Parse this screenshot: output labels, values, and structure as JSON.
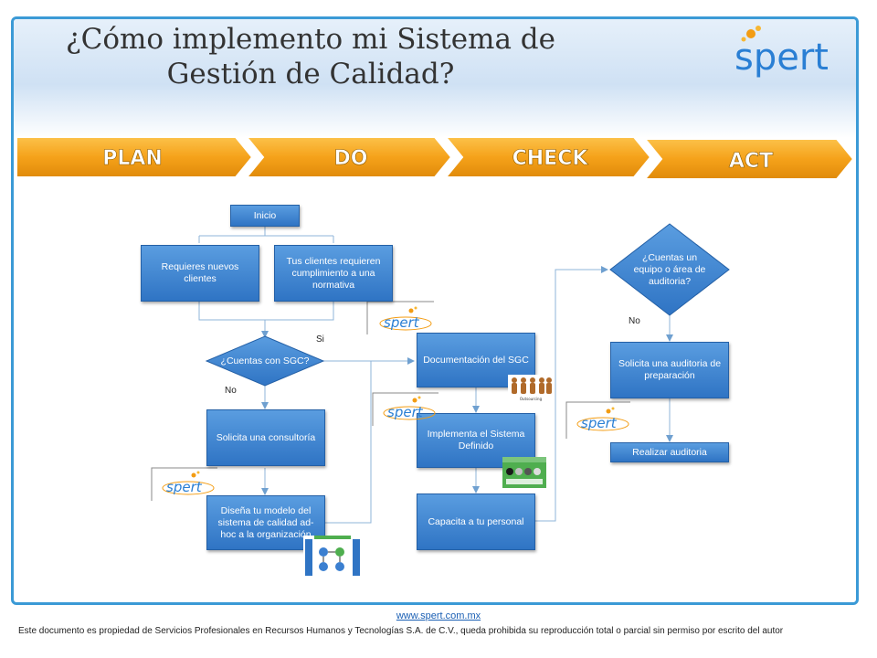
{
  "header": {
    "title_line1": "¿Cómo implemento mi Sistema de",
    "title_line2": "Gestión de Calidad?",
    "logo_text": "spert"
  },
  "pdca": {
    "plan": "PLAN",
    "do": "DO",
    "check": "CHECK",
    "act": "ACT"
  },
  "flow": {
    "inicio": "Inicio",
    "nuevos_clientes": "Requieres nuevos clientes",
    "clientes_normativa": "Tus clientes requieren cumplimiento a una normativa",
    "cuentas_sgc": "¿Cuentas con SGC?",
    "si_label": "Si",
    "no_label_1": "No",
    "solicita_consultoria": "Solicita una consultoría",
    "disena_modelo": "Diseña tu modelo del sistema de calidad ad-hoc a la organización",
    "documentacion": "Documentación del SGC",
    "implementa": "Implementa el Sistema Definido",
    "capacita": "Capacita a tu personal",
    "cuentas_auditoria": "¿Cuentas un equipo o área de auditoria?",
    "no_label_2": "No",
    "solicita_auditoria": "Solicita una auditoria de preparación",
    "realizar_auditoria": "Realizar auditoria",
    "outsourcing_caption": "Outsourcing"
  },
  "footer": {
    "url": "www.spert.com.mx",
    "notice": "Este documento es propiedad de Servicios Profesionales en Recursos Humanos y Tecnologías S.A. de C.V., queda prohibida su reproducción total o parcial sin permiso por escrito del autor"
  },
  "colors": {
    "frame": "#3b9ad6",
    "arrow_orange": "#f5a21a",
    "node_blue": "#2f74c4",
    "logo_orange": "#f39c12",
    "logo_blue": "#2a7fd4"
  }
}
